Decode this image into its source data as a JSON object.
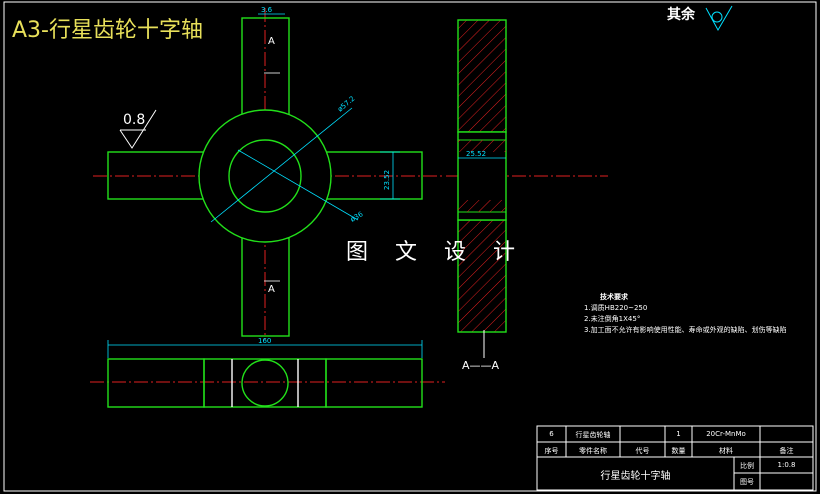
{
  "drawing": {
    "title": "A3-行星齿轮十字轴",
    "rest_label": "其余",
    "watermark": "图 文 设 计",
    "section_label": "A——A",
    "view_label_top": "A",
    "view_label_bottom": "A",
    "dims": {
      "top": "3.6",
      "big_dia": "ø57.2",
      "small_dia": "ø36",
      "shaft": "23.52",
      "section": "25.52",
      "length": "160"
    },
    "roughness_main": "0.8",
    "notes": {
      "heading": "技术要求",
      "items": [
        "1.调质HB220~250",
        "2.未注倒角1X45°",
        "3.加工面不允许有影响使用性能、寿命或外观的缺陷、划伤等缺陷"
      ]
    },
    "title_block": {
      "row1": [
        "6",
        "行星齿轮轴",
        "1",
        "20Cr-MnMo"
      ],
      "headers": [
        "序号",
        "零件名称",
        "代号",
        "数量",
        "材料",
        "备注"
      ],
      "name": "行星齿轮十字轴",
      "scale_label": "比例",
      "scale_value": "1:0.8",
      "drawing_no_label": "图号"
    },
    "colors": {
      "background": "#000000",
      "outline": "#22e01a",
      "centerline": "#e02020",
      "dimension": "#00e0ff",
      "hatch": "#e02020",
      "text": "#ffffff",
      "title": "#e8e05a"
    }
  }
}
